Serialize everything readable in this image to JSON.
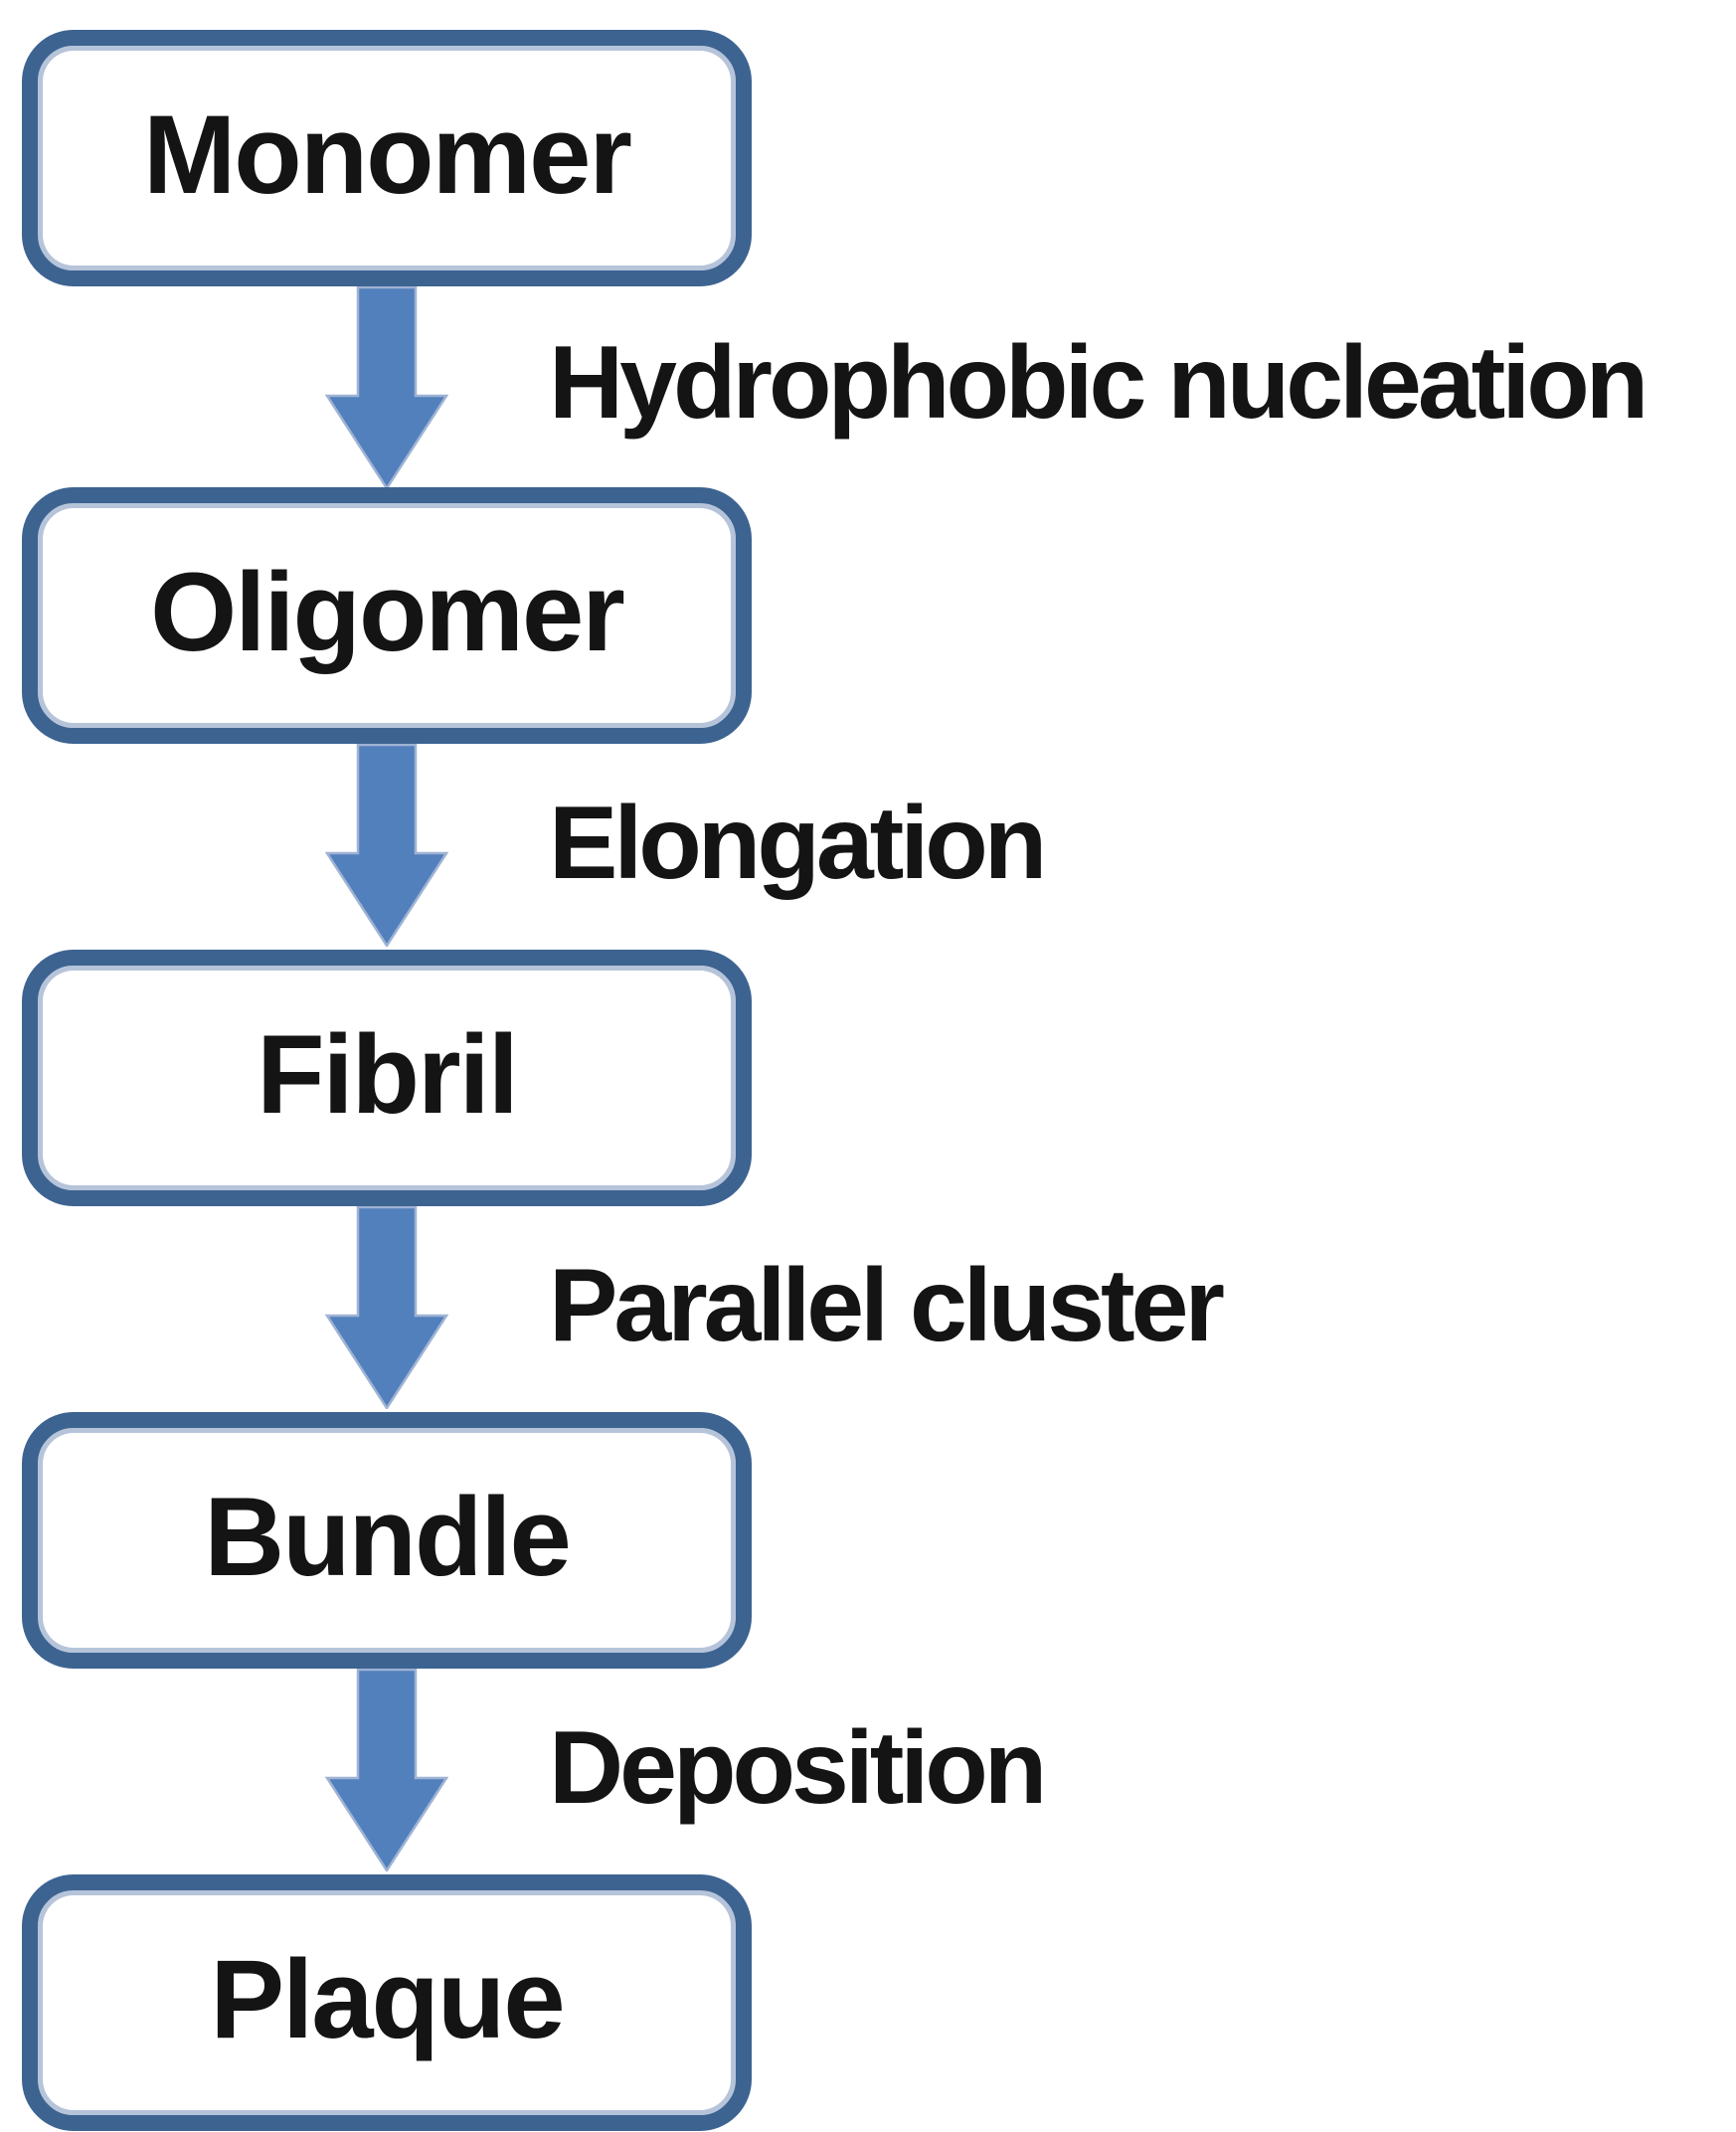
{
  "diagram": {
    "type": "flowchart",
    "direction": "top-down",
    "nodes": [
      {
        "id": "monomer",
        "label": "Monomer"
      },
      {
        "id": "oligomer",
        "label": "Oligomer"
      },
      {
        "id": "fibril",
        "label": "Fibril"
      },
      {
        "id": "bundle",
        "label": "Bundle"
      },
      {
        "id": "plaque",
        "label": "Plaque"
      }
    ],
    "edges": [
      {
        "from": "monomer",
        "to": "oligomer",
        "label": "Hydrophobic nucleation"
      },
      {
        "from": "oligomer",
        "to": "fibril",
        "label": "Elongation"
      },
      {
        "from": "fibril",
        "to": "bundle",
        "label": "Parallel cluster"
      },
      {
        "from": "bundle",
        "to": "plaque",
        "label": "Deposition"
      }
    ],
    "colors": {
      "box_border": "#3d6391",
      "box_border_highlight": "#b6c4da",
      "box_fill": "#ffffff",
      "arrow_fill": "#5280bc",
      "arrow_edge": "#9fb3d4",
      "text": "#141414",
      "background": "#ffffff"
    }
  }
}
